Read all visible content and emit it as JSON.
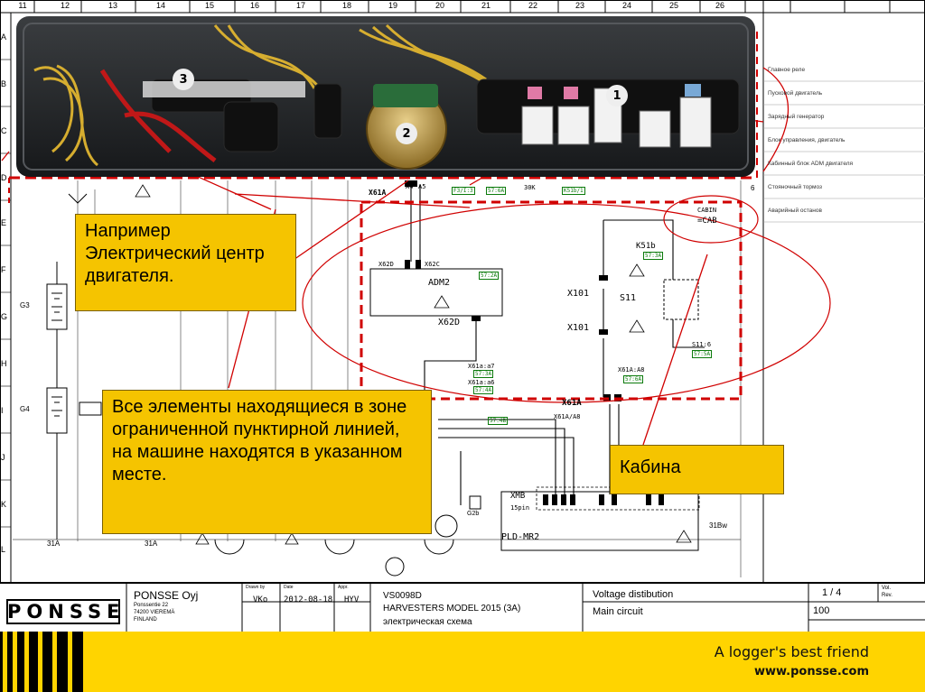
{
  "grid": {
    "columns": [
      "11",
      "12",
      "13",
      "14",
      "15",
      "16",
      "17",
      "18",
      "19",
      "20",
      "21",
      "22",
      "23",
      "24",
      "25",
      "26"
    ],
    "rows": [
      "A",
      "B",
      "C",
      "D",
      "E",
      "F",
      "G",
      "H",
      "I",
      "J",
      "K",
      "L"
    ]
  },
  "legend": [
    "Главное реле",
    "Пусковой двигатель",
    "Зарядный генератор",
    "Блок управления, двигатель",
    "Кабинный блок ADM двигателя",
    "Стояночный тормоз",
    "Аварийный останов"
  ],
  "legend_index": "6",
  "photo_markers": [
    "3",
    "2",
    "1"
  ],
  "callouts": {
    "engine_center": "Например Электрический центр двигателя.",
    "dashed_zone": "Все элементы находящиеся в зоне ограниченной пунктирной линией, на машине находятся в указанном месте.",
    "cabin": "Кабина"
  },
  "schematic": {
    "labels": [
      {
        "k": "x61a_top",
        "t": "X61A"
      },
      {
        "k": "a4",
        "t": "A4"
      },
      {
        "k": "a5",
        "t": "A5"
      },
      {
        "k": "x62d",
        "t": "X62D"
      },
      {
        "k": "x62c",
        "t": "X62C"
      },
      {
        "k": "adm2",
        "t": "ADM2"
      },
      {
        "k": "x62d_b",
        "t": "X62D"
      },
      {
        "k": "x101_a",
        "t": "X101"
      },
      {
        "k": "x101_b",
        "t": "X101"
      },
      {
        "k": "s11",
        "t": "S11"
      },
      {
        "k": "k51b",
        "t": "K51b"
      },
      {
        "k": "cabin",
        "t": "CABIN"
      },
      {
        "k": "cab",
        "t": "=CAB"
      },
      {
        "k": "x61a_mid",
        "t": "X61A"
      },
      {
        "k": "xmb",
        "t": "XMB"
      },
      {
        "k": "pins",
        "t": "15pin"
      },
      {
        "k": "pld",
        "t": "PLD-MR2"
      },
      {
        "k": "g3",
        "t": "G3"
      },
      {
        "k": "g4",
        "t": "G4"
      },
      {
        "k": "b31a",
        "t": "31A"
      },
      {
        "k": "b31a2",
        "t": "31A"
      },
      {
        "k": "b31bw",
        "t": "31Bw"
      },
      {
        "k": "g2b",
        "t": "G2b"
      },
      {
        "k": "n30k",
        "t": "30K"
      },
      {
        "k": "x61a_a8_r",
        "t": "X61A:A8"
      },
      {
        "k": "x61a_a8_l",
        "t": "X61A/A8"
      },
      {
        "k": "x61a_a7",
        "t": "X61a:a7"
      },
      {
        "k": "x61a_a6",
        "t": "X61a:a6"
      },
      {
        "k": "s11_6",
        "t": "S11:6"
      }
    ],
    "tags": [
      "F3/I:3",
      "57:6A",
      "K51b/1",
      "57:2A",
      "57:3A",
      "57:5A",
      "57:6A",
      "57:3A",
      "57:4A",
      "57:4B"
    ]
  },
  "title_block": {
    "company": "PONSSE Oyj",
    "address": [
      "Ponssentie 22",
      "74200 VIEREMÄ",
      "FINLAND"
    ],
    "logo": "PONSSE",
    "drawn_by_label": "Drawn by",
    "date_label": "Date",
    "appr_label": "Appr.",
    "drawn_by": "VKo",
    "date": "2012-08-18",
    "approved": "HYV",
    "doc_id": "VS0098D",
    "model": "HARVESTERS MODEL 2015 (3A)",
    "doc_type": "электрическая схема",
    "title1": "Voltage distibution",
    "title2": "Main circuit",
    "page": "1  /  4",
    "vol_label": "Vol.",
    "rev_label": "Rev.",
    "sheet_no": "100"
  },
  "footer": {
    "slogan": "A logger's best friend",
    "url": "www.ponsse.com"
  },
  "colors": {
    "callout": "#f5c400",
    "red": "#d00000",
    "footer": "#ffd400"
  }
}
